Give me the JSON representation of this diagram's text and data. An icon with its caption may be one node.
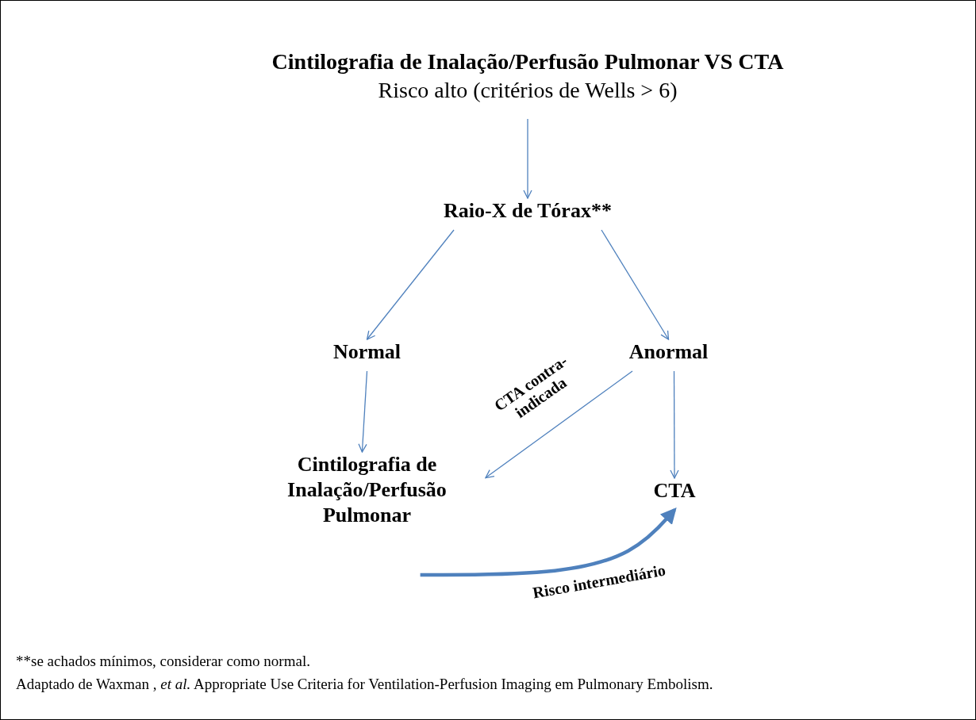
{
  "diagram": {
    "nodes": [
      {
        "text": [
          "Cintilografia de Inalação/Perfusão Pulmonar VS CTA",
          "Risco alto (critérios de Wells > 6)"
        ]
      },
      {
        "text": [
          "Raio-X de Tórax**"
        ]
      },
      {
        "text": [
          "Normal"
        ]
      },
      {
        "text": [
          "Anormal"
        ]
      },
      {
        "text": [
          "Cintilografia de Inalação/Perfusão Pulmonar"
        ]
      },
      {
        "text": [
          "CTA"
        ]
      }
    ],
    "edges": [
      {
        "from": 0,
        "to": 1,
        "arrow": "to"
      },
      {
        "from": 1,
        "to": 2,
        "arrow": "to"
      },
      {
        "from": 1,
        "to": 3,
        "arrow": "to"
      },
      {
        "from": 2,
        "to": 4,
        "arrow": "to"
      },
      {
        "from": 3,
        "to": 4,
        "arrow": "to",
        "label": "CTA contra-indicada"
      },
      {
        "from": 3,
        "to": 5,
        "arrow": "to"
      },
      {
        "from": 4,
        "to": 5,
        "arrow": "to",
        "label": "Risco intermediário",
        "style": "thick"
      }
    ],
    "labels": [
      "**se achados mínimos, considerar como normal.",
      "Adaptado de Waxman , *et al.* Appropriate Use Criteria for Ventilation-Perfusion Imaging em Pulmonary Embolism."
    ]
  }
}
